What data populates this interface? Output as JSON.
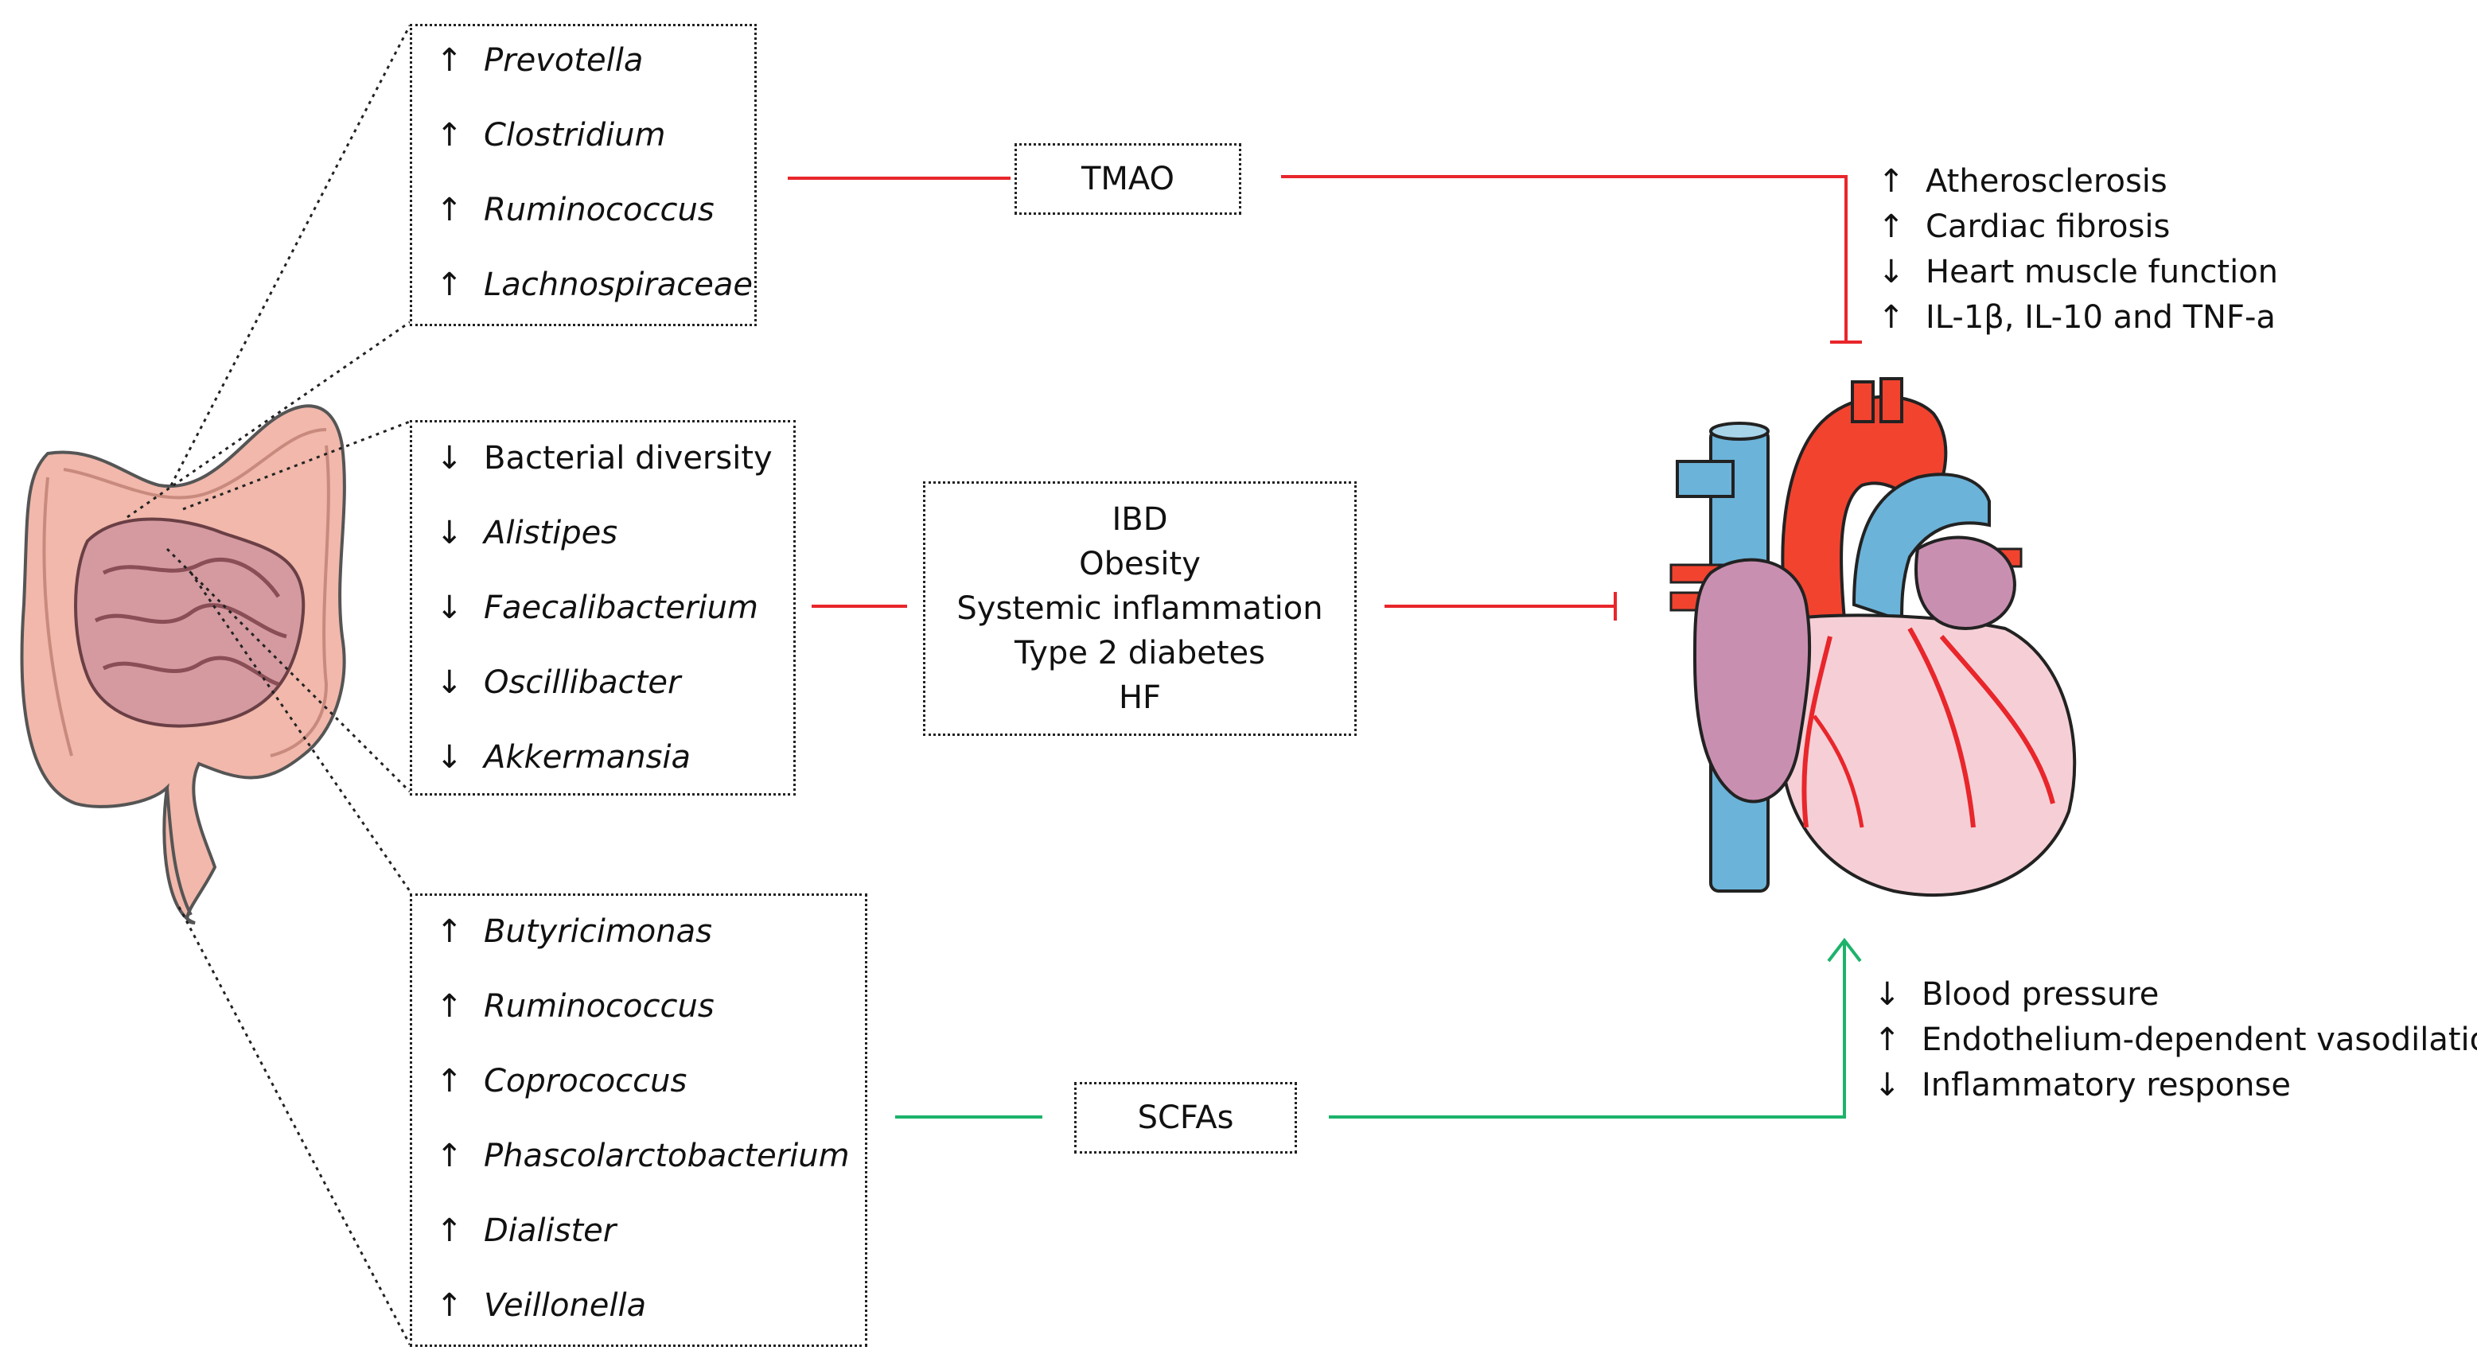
{
  "groups": [
    {
      "items": [
        {
          "arrow": "↑",
          "label": "Prevotella"
        },
        {
          "arrow": "↑",
          "label": "Clostridium"
        },
        {
          "arrow": "↑",
          "label": "Ruminococcus"
        },
        {
          "arrow": "↑",
          "label": "Lachnospiraceae"
        }
      ],
      "link_color": "#e8262b"
    },
    {
      "items": [
        {
          "arrow": "↓",
          "label": "Bacterial diversity",
          "italic": false
        },
        {
          "arrow": "↓",
          "label": "Alistipes"
        },
        {
          "arrow": "↓",
          "label": "Faecalibacterium"
        },
        {
          "arrow": "↓",
          "label": "Oscillibacter"
        },
        {
          "arrow": "↓",
          "label": "Akkermansia"
        }
      ],
      "link_color": "#e8262b"
    },
    {
      "items": [
        {
          "arrow": "↑",
          "label": "Butyricimonas"
        },
        {
          "arrow": "↑",
          "label": "Ruminococcus"
        },
        {
          "arrow": "↑",
          "label": "Coprococcus"
        },
        {
          "arrow": "↑",
          "label": "Phascolarctobacterium"
        },
        {
          "arrow": "↑",
          "label": "Dialister"
        },
        {
          "arrow": "↑",
          "label": "Veillonella"
        }
      ],
      "link_color": "#1cb36b"
    }
  ],
  "mediators": {
    "tmao": "TMAO",
    "conditions": [
      "IBD",
      "Obesity",
      "Systemic inflammation",
      "Type 2 diabetes",
      "HF"
    ],
    "scfas": "SCFAs"
  },
  "effects_top": [
    {
      "arrow": "↑",
      "label": "Atherosclerosis"
    },
    {
      "arrow": "↑",
      "label": "Cardiac fibrosis"
    },
    {
      "arrow": "↓",
      "label": "Heart muscle function"
    },
    {
      "arrow": "↑",
      "label": "IL-1β, IL-10 and TNF-a"
    }
  ],
  "effects_bottom": [
    {
      "arrow": "↓",
      "label": "Blood pressure"
    },
    {
      "arrow": "↑",
      "label": "Endothelium-dependent vasodilation"
    },
    {
      "arrow": "↓",
      "label": "Inflammatory response"
    }
  ],
  "colors": {
    "inhibit": "#e8262b",
    "promote": "#1cb36b",
    "vessel_blue": "#6bb3d9",
    "aorta_red": "#f2432f",
    "heart_pink": "#f6cfd6",
    "atrium_purple": "#c98fb0",
    "gut_pink": "#f1b8ab",
    "small_intestine": "#d49aa0"
  }
}
